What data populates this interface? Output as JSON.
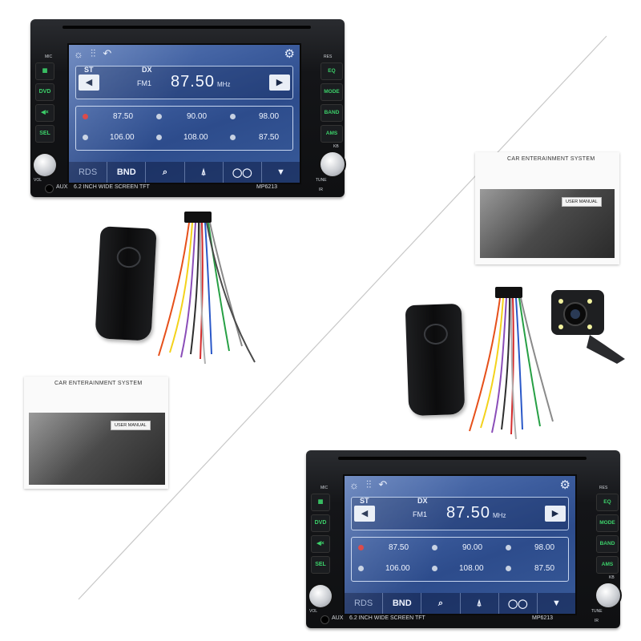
{
  "unit_top": {
    "screen": {
      "top_icons": [
        "sun-icon",
        "equalizer-icon",
        "back-arrow-icon"
      ],
      "settings_icon": "gear-icon",
      "st": "ST",
      "dx": "DX",
      "band": "FM1",
      "frequency": "87.50",
      "unit": "MHz",
      "presets": [
        "87.50",
        "90.00",
        "98.00",
        "106.00",
        "108.00",
        "87.50"
      ],
      "bottom": [
        "RDS",
        "BND",
        "",
        "",
        "",
        ""
      ]
    },
    "left_buttons": [
      "",
      "DVD",
      "",
      "SEL"
    ],
    "left_labels": [
      "MIC",
      "VOL"
    ],
    "right_buttons": [
      "EQ",
      "MODE",
      "BAND",
      "AMS"
    ],
    "right_labels": [
      "RES",
      "KB",
      "TUNE",
      "IR"
    ],
    "aux": "AUX",
    "caption": "6.2  INCH WIDE SCREEN TFT",
    "model": "MP6213"
  },
  "unit_bottom": {
    "screen": {
      "st": "ST",
      "dx": "DX",
      "band": "FM1",
      "frequency": "87.50",
      "unit": "MHz",
      "presets": [
        "87.50",
        "90.00",
        "98.00",
        "106.00",
        "108.00",
        "87.50"
      ],
      "bottom": [
        "RDS",
        "BND",
        "",
        "",
        "",
        ""
      ]
    },
    "left_buttons": [
      "",
      "DVD",
      "",
      "SEL"
    ],
    "left_labels": [
      "MIC",
      "VOL"
    ],
    "right_buttons": [
      "EQ",
      "MODE",
      "BAND",
      "AMS"
    ],
    "right_labels": [
      "RES",
      "KB",
      "TUNE",
      "IR"
    ],
    "aux": "AUX",
    "caption": "6.2  INCH WIDE SCREEN TFT",
    "model": "MP6213"
  },
  "manual_left": {
    "title": "CAR ENTERAINMENT SYSTEM",
    "label": "USER MANUAL"
  },
  "manual_right": {
    "title": "CAR ENTERAINMENT SYSTEM",
    "label": "USER MANUAL"
  },
  "colors": {
    "screen": "#3d5d9e",
    "button_text": "#3cd16a",
    "bezel": "#141518"
  }
}
